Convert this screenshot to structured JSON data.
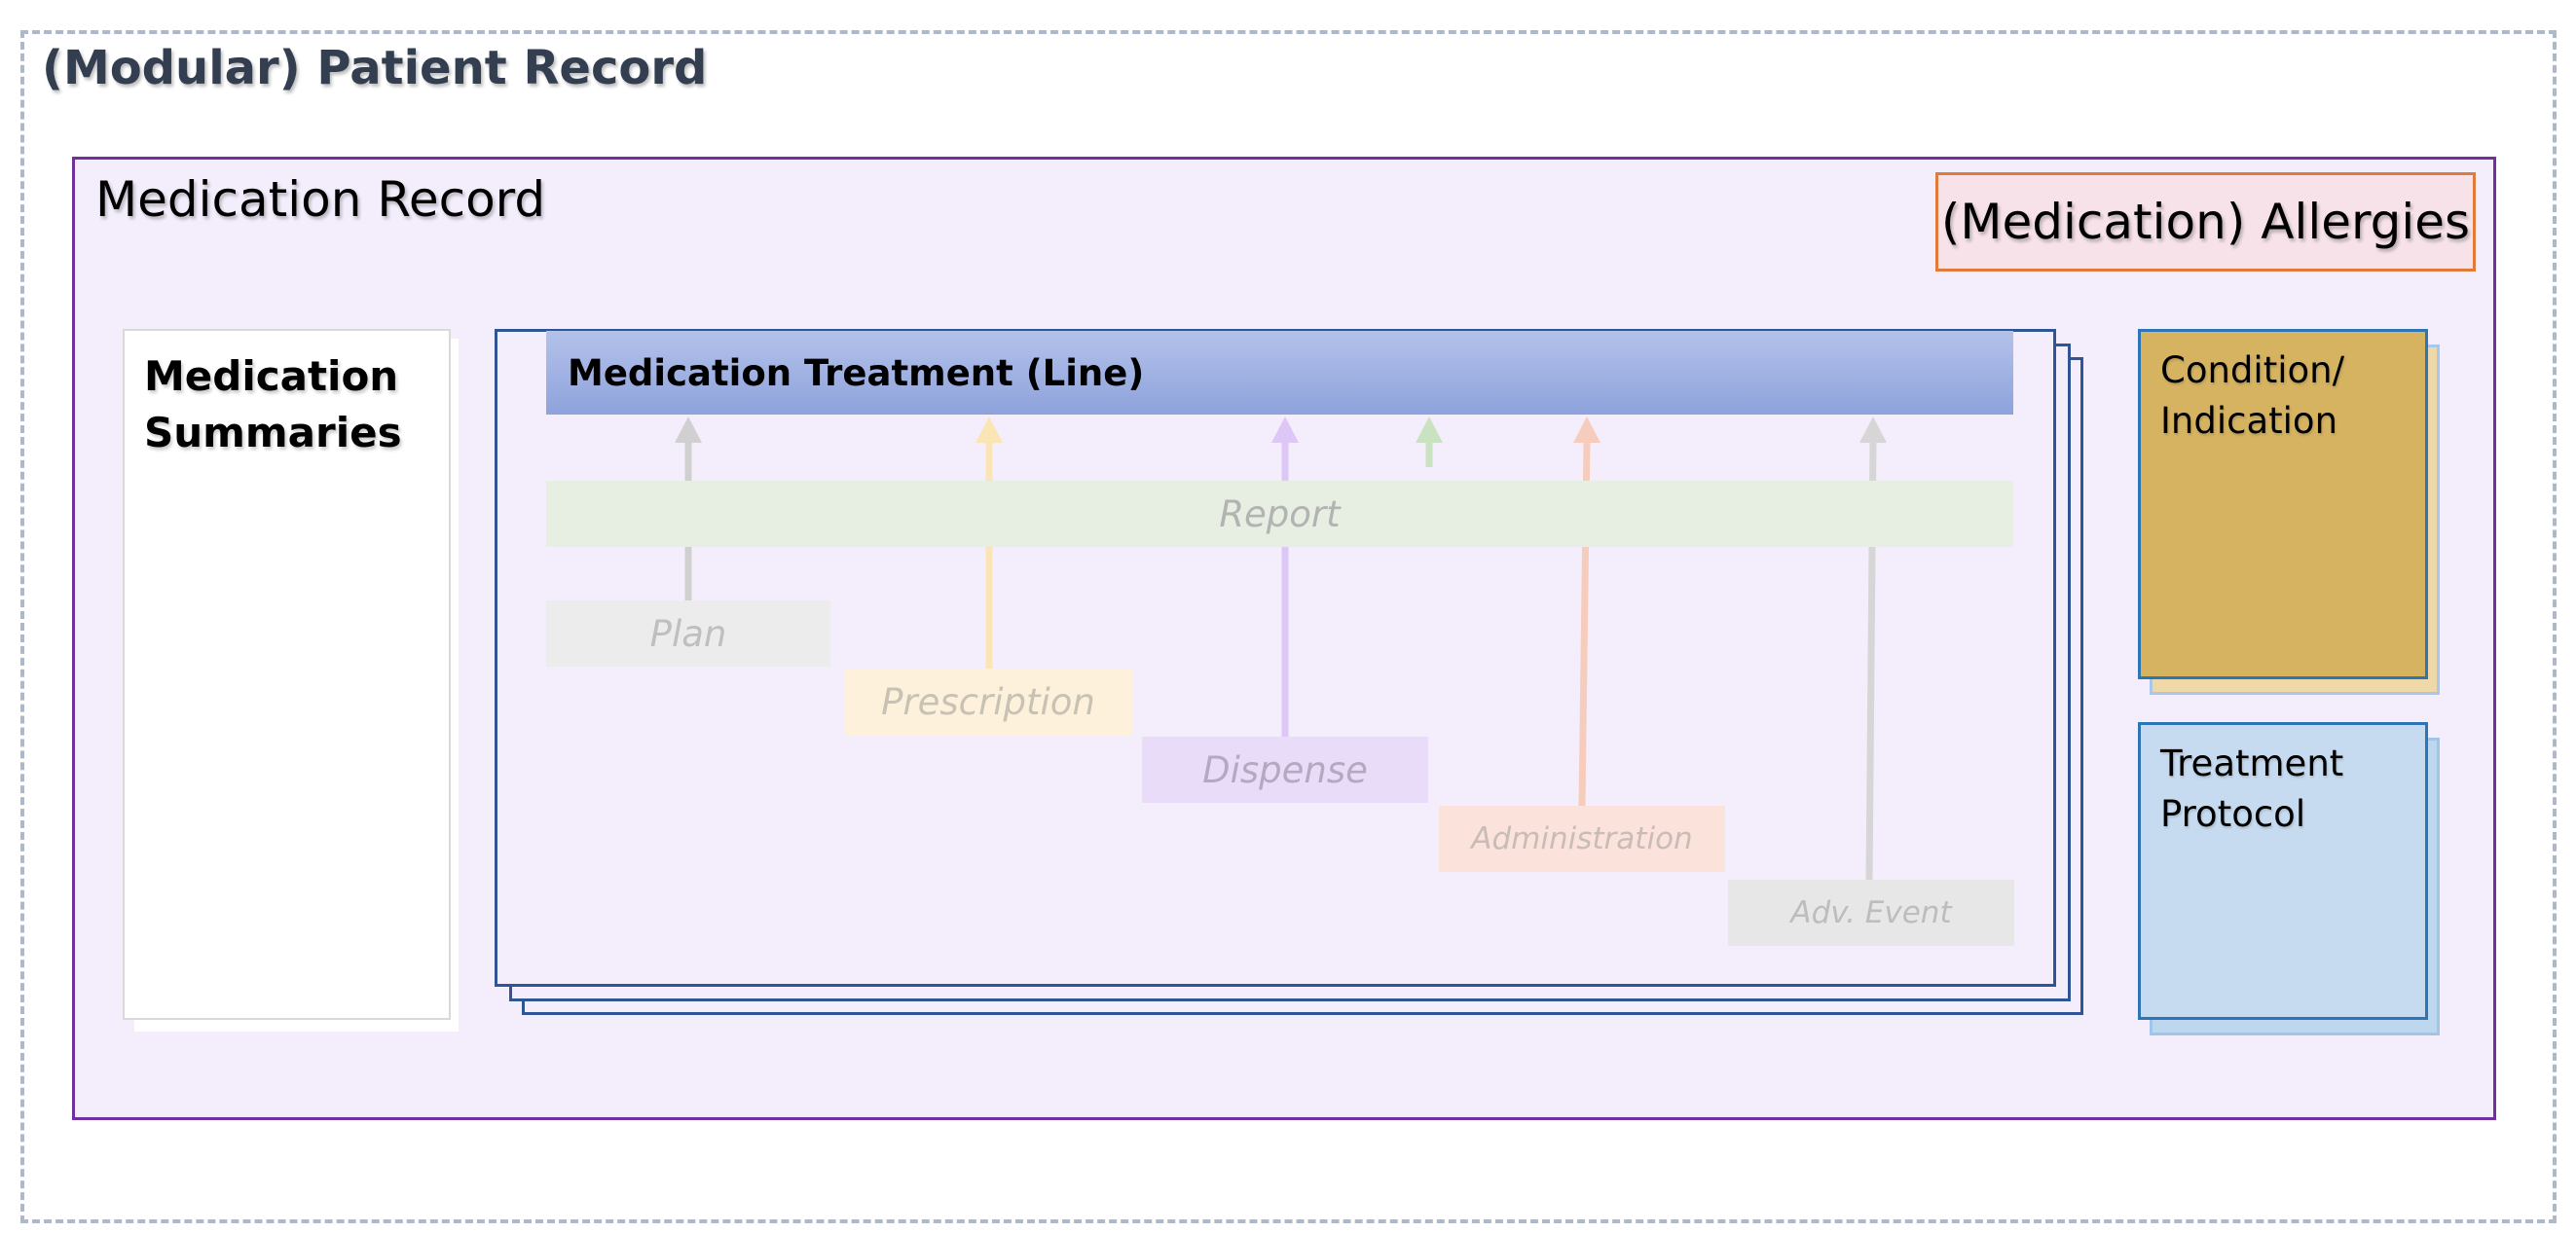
{
  "page_title": "(Modular) Patient Record",
  "medication_record": {
    "title": "Medication Record",
    "allergies": "(Medication) Allergies",
    "summaries": [
      "Medication",
      "Summaries"
    ],
    "treatment_line": "Medication Treatment (Line)",
    "report": "Report",
    "steps": {
      "plan": "Plan",
      "prescription": "Prescription",
      "dispense": "Dispense",
      "administration": "Administration",
      "adv_event": "Adv. Event"
    },
    "condition": [
      "Condition/",
      "Indication"
    ],
    "protocol": [
      "Treatment",
      "Protocol"
    ]
  },
  "colors": {
    "record_border": "#7030a0",
    "record_fill": "#f4eefc",
    "treatment_header": "#8ea2dc",
    "report_fill": "#e6efe2",
    "plan_arrow": "#d0d0d0",
    "prescription_arrow": "#fbe5b4",
    "dispense_arrow": "#dcc7f7",
    "report_arrow": "#c9e3c0",
    "administration_arrow": "#f6cdbd",
    "adv_event_arrow": "#d6d6d6",
    "condition_fill": "#d6b361",
    "protocol_fill": "#c7dbf0"
  }
}
